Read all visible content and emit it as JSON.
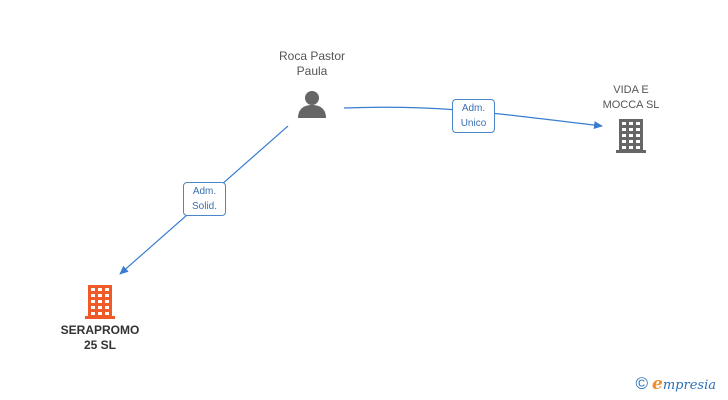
{
  "nodes": {
    "person": {
      "label": "Roca Pastor\nPaula",
      "icon": "person-icon",
      "color": "#666666"
    },
    "vida": {
      "label": "VIDA E\nMOCCA SL",
      "icon": "building-icon",
      "color": "#666666"
    },
    "serapromo": {
      "label": "SERAPROMO\n25 SL",
      "icon": "building-icon",
      "color": "#f05a28"
    }
  },
  "edges": {
    "to_vida": {
      "line1": "Adm.",
      "line2": "Unico",
      "color": "#3a7dd0"
    },
    "to_serapromo": {
      "line1": "Adm.",
      "line2": "Solid.",
      "color": "#3a7dd0"
    }
  },
  "footer": {
    "copyright_symbol": "©",
    "brand_first": "e",
    "brand_rest": "mpresia"
  }
}
